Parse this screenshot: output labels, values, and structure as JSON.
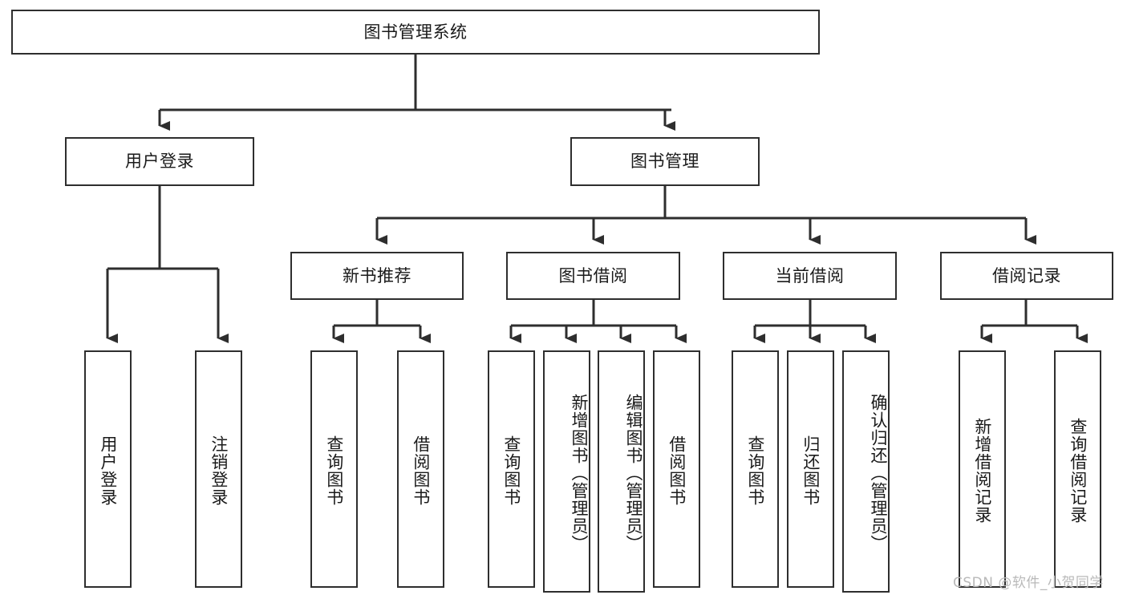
{
  "diagram": {
    "title": "图书管理系统",
    "type": "tree-hierarchy-diagram",
    "colors": {
      "stroke": "#2e2e2e",
      "fill": "#ffffff",
      "text": "#1a1a1a",
      "watermark": "#b9b9b9"
    },
    "root": {
      "label": "图书管理系统"
    },
    "level2": [
      {
        "label": "用户登录"
      },
      {
        "label": "图书管理"
      }
    ],
    "level3": [
      {
        "label": "新书推荐"
      },
      {
        "label": "图书借阅"
      },
      {
        "label": "当前借阅"
      },
      {
        "label": "借阅记录"
      }
    ],
    "leaves": {
      "user_login": [
        {
          "label": "用户登录"
        },
        {
          "label": "注销登录"
        }
      ],
      "new_book_recommend": [
        {
          "label": "查询图书"
        },
        {
          "label": "借阅图书"
        }
      ],
      "book_borrow": [
        {
          "label": "查询图书"
        },
        {
          "label": "新增图书（管理员）"
        },
        {
          "label": "编辑图书（管理员）"
        },
        {
          "label": "借阅图书"
        }
      ],
      "current_borrow": [
        {
          "label": "查询图书"
        },
        {
          "label": "归还图书"
        },
        {
          "label": "确认归还（管理员）"
        }
      ],
      "borrow_records": [
        {
          "label": "新增借阅记录"
        },
        {
          "label": "查询借阅记录"
        }
      ]
    },
    "watermark": "CSDN @软件_小贺同学"
  }
}
